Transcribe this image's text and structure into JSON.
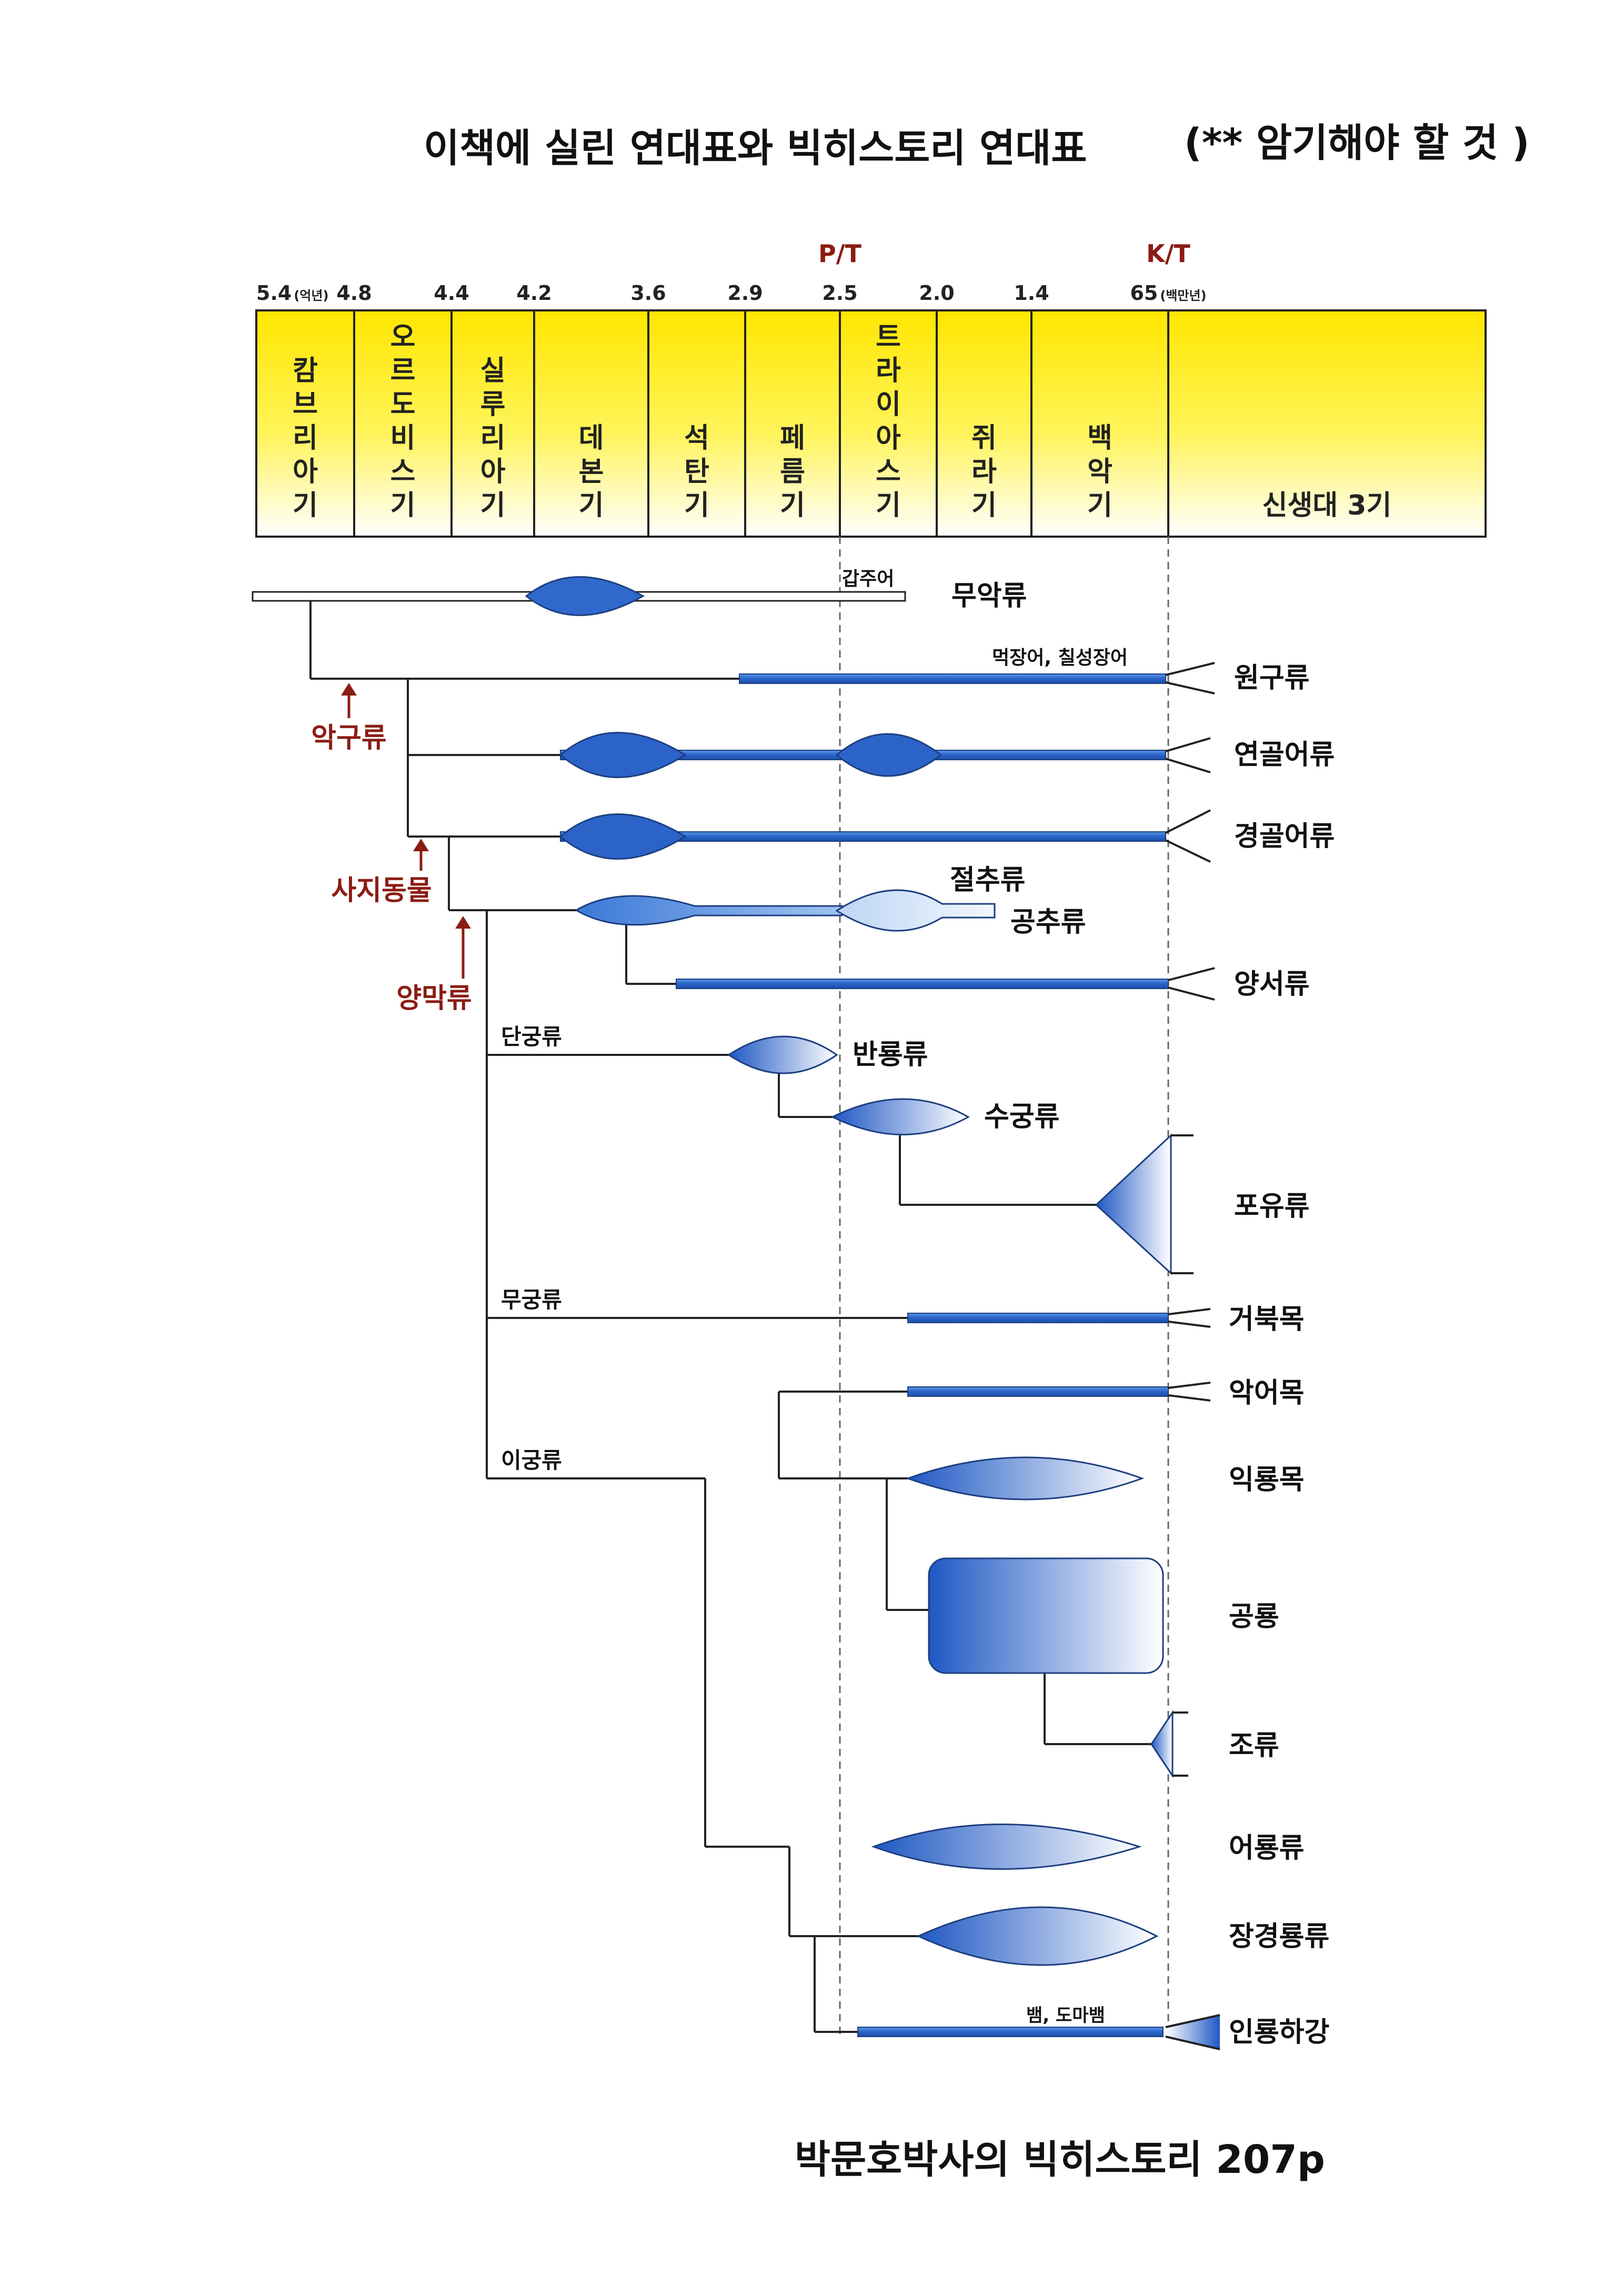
{
  "header": {
    "title": "이책에 실린 연대표와 빅히스토리 연대표",
    "note": "(** 암기해야 할 것 )"
  },
  "footer": {
    "credit": "박문호박사의 빅히스토리 207p"
  },
  "timeline": {
    "ticks": [
      {
        "label": "5.4",
        "unit": "(억년)"
      },
      {
        "label": "4.8"
      },
      {
        "label": "4.4"
      },
      {
        "label": "4.2"
      },
      {
        "label": "3.6"
      },
      {
        "label": "2.9"
      },
      {
        "label": "2.5"
      },
      {
        "label": "2.0"
      },
      {
        "label": "1.4"
      },
      {
        "label": "65",
        "unit": "(백만년)"
      }
    ],
    "boundaries": [
      "P/T",
      "K/T"
    ],
    "periods": [
      "캄브리아기",
      "오르도비스기",
      "실루리아기",
      "데본기",
      "석탄기",
      "페름기",
      "트라이아스기",
      "쥐라기",
      "백악기",
      "신생대 3기"
    ]
  },
  "tree": {
    "taxa": [
      "무악류",
      "원구류",
      "연골어류",
      "경골어류",
      "절추류",
      "공추류",
      "양서류",
      "반룡류",
      "수궁류",
      "포유류",
      "거북목",
      "악어목",
      "익룡목",
      "공룡",
      "조류",
      "어룡류",
      "장경룡류",
      "인룡하강"
    ],
    "notes": [
      "갑주어",
      "먹장어, 칠성장어",
      "뱀, 도마뱀"
    ],
    "clades": [
      "악구류",
      "사지동물",
      "양막류"
    ],
    "subclasses": [
      "단궁류",
      "무궁류",
      "이궁류"
    ]
  },
  "colors": {
    "band_yellow": "#ffe600",
    "lineage_blue": "#2a63c8",
    "clade_red": "#8b1c14",
    "line": "#222222"
  }
}
